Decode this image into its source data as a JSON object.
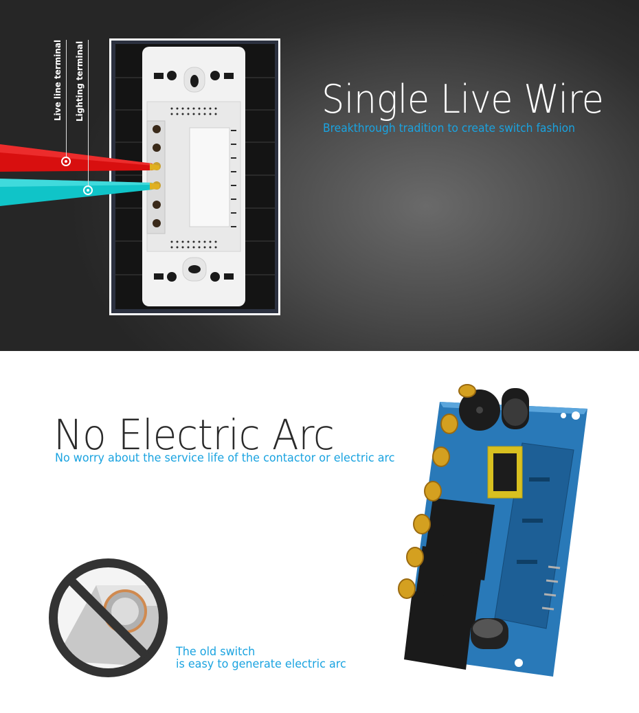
{
  "section_wire": {
    "title": "Single Live Wire",
    "subtitle": "Breakthrough tradition to create switch fashion",
    "labels": {
      "live_terminal": "Live line terminal",
      "lighting_terminal": "Lighting terminal"
    }
  },
  "section_arc": {
    "title": "No Electric Arc",
    "subtitle": "No worry about the service life of the contactor or electric arc",
    "old_switch": {
      "line1": "The old switch",
      "line2": "is easy to generate electric arc"
    }
  },
  "colors": {
    "accent": "#1aa3e0",
    "live_wire": "#d80f0f",
    "lighting_wire": "#10c4c8",
    "panel_bg": "#1b1b1b",
    "switch_body": "#f2f2f2",
    "pcb": "#2979b8"
  }
}
